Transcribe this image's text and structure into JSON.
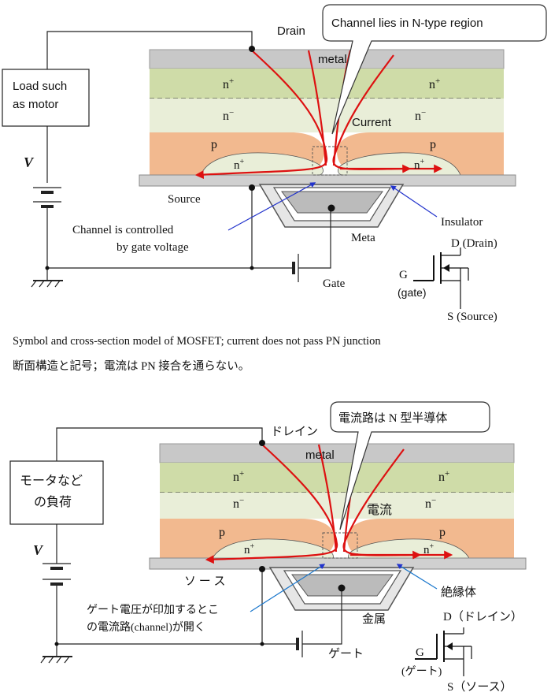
{
  "top": {
    "drain": "Drain",
    "metal": "metal",
    "n_plus_left": "n",
    "n_plus_right": "n",
    "n_minus_left": "n",
    "n_minus_right": "n",
    "p_left": "p",
    "p_right": "p",
    "n_plus_small_left": "n",
    "n_plus_small_right": "n",
    "current": "Current",
    "source": "Source",
    "load_line1": "Load such",
    "load_line2": "as motor",
    "v": "V",
    "callout": "Channel lies in N-type region",
    "channel_line1": "Channel is controlled",
    "channel_line2": "by gate voltage",
    "insulator": "Insulator",
    "meta": "Meta",
    "gate": "Gate",
    "sym_d": "D (Drain)",
    "sym_g": "G",
    "sym_g2": "(gate)",
    "sym_s": "S (Source)"
  },
  "captions": {
    "en": "Symbol and cross-section model of MOSFET; current does not pass PN junction",
    "jp": "断面構造と記号；電流は PN 接合を通らない。"
  },
  "bottom": {
    "drain": "ドレイン",
    "metal": "metal",
    "n_plus_left": "n",
    "n_plus_right": "n",
    "n_minus_left": "n",
    "n_minus_right": "n",
    "p_left": "p",
    "p_right": "p",
    "n_plus_small_left": "n",
    "n_plus_small_right": "n",
    "current": "電流",
    "source": "ソ ー ス",
    "load_line1": "モータなど",
    "load_line2": "の負荷",
    "v": "V",
    "callout": "電流路は N 型半導体",
    "channel_line1": "ゲート電圧が印加するとこ",
    "channel_line2": "の電流路(channel)が開く",
    "insulator": "絶縁体",
    "meta": "金属",
    "gate": "ゲート",
    "sym_d": "D（ドレイン）",
    "sym_g": "G",
    "sym_g2": "(ゲート)",
    "sym_s": "S（ソース）"
  },
  "colors": {
    "metal": "#c8c8c8",
    "n_plus": "#cfdca8",
    "n_minus": "#e9eed8",
    "p": "#f2b98f",
    "current_arrow": "#dd1111",
    "pointer": "#2233cc"
  }
}
